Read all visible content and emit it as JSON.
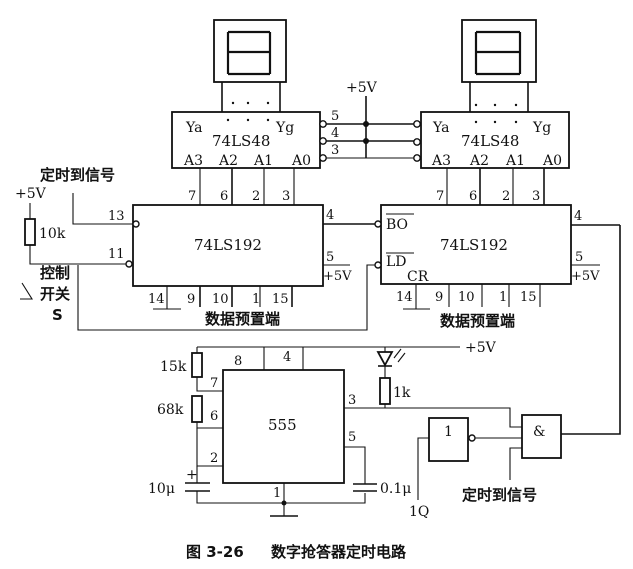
{
  "caption": {
    "figure_number": "图 3-26",
    "title": "数字抢答器定时电路"
  },
  "displays": [
    {
      "name": "left-seven-segment-display"
    },
    {
      "name": "right-seven-segment-display"
    }
  ],
  "decoders": [
    {
      "part": "74LS48",
      "outputs_left": "Ya",
      "outputs_right": "Yg",
      "inputs": [
        "A3",
        "A2",
        "A1",
        "A0"
      ],
      "input_pins": [
        "7",
        "6",
        "2",
        "3"
      ]
    },
    {
      "part": "74LS48",
      "outputs_left": "Ya",
      "outputs_right": "Yg",
      "inputs": [
        "A3",
        "A2",
        "A1",
        "A0"
      ],
      "input_pins": [
        "7",
        "6",
        "2",
        "3"
      ],
      "control_pins": [
        "5",
        "4",
        "3"
      ]
    }
  ],
  "counters": [
    {
      "part": "74LS192",
      "top_pins": [
        "7",
        "6",
        "2",
        "3"
      ],
      "left_pins": [
        "13",
        "11"
      ],
      "right_pins": [
        "4",
        "5"
      ],
      "right_supply": "+5V",
      "bottom_pins": [
        "14",
        "9",
        "10",
        "1",
        "15"
      ],
      "bottom_label": "数据预置端"
    },
    {
      "part": "74LS192",
      "top_pins": [
        "7",
        "6",
        "2",
        "3"
      ],
      "left_labels": [
        "BO",
        "LD"
      ],
      "cr_label": "CR",
      "right_pins": [
        "4",
        "5"
      ],
      "right_supply": "+5V",
      "bottom_pins": [
        "14",
        "9",
        "10",
        "1",
        "15"
      ],
      "bottom_label": "数据预置端"
    }
  ],
  "left_inputs": {
    "timer_signal_label": "定时到信号",
    "supply": "+5V",
    "resistor": "10k",
    "switch_label_1": "控制",
    "switch_label_2": "开关",
    "switch_name": "S"
  },
  "mid_supply": "+5V",
  "timer555": {
    "part": "555",
    "pins": {
      "p8": "8",
      "p4": "4",
      "p7": "7",
      "p6": "6",
      "p2": "2",
      "p3": "3",
      "p5": "5",
      "p1": "1"
    },
    "r1": "15k",
    "r2": "68k",
    "c1": "10μ",
    "c1_polarity": "+",
    "c2": "0.1μ",
    "led_resistor": "1k",
    "supply": "+5V"
  },
  "gates": {
    "inverter_symbol": "1",
    "and_symbol": "&",
    "inverter_input": "1Q",
    "and_input_label": "定时到信号"
  }
}
